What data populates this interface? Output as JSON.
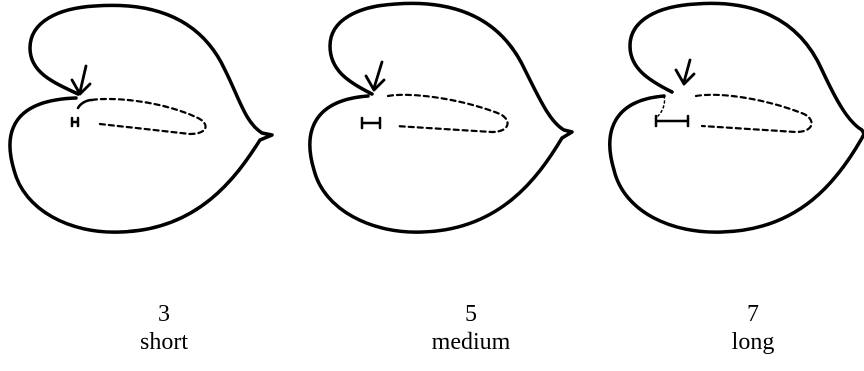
{
  "panels": [
    {
      "number": "3",
      "label": "short"
    },
    {
      "number": "5",
      "label": "medium"
    },
    {
      "number": "7",
      "label": "long"
    }
  ]
}
